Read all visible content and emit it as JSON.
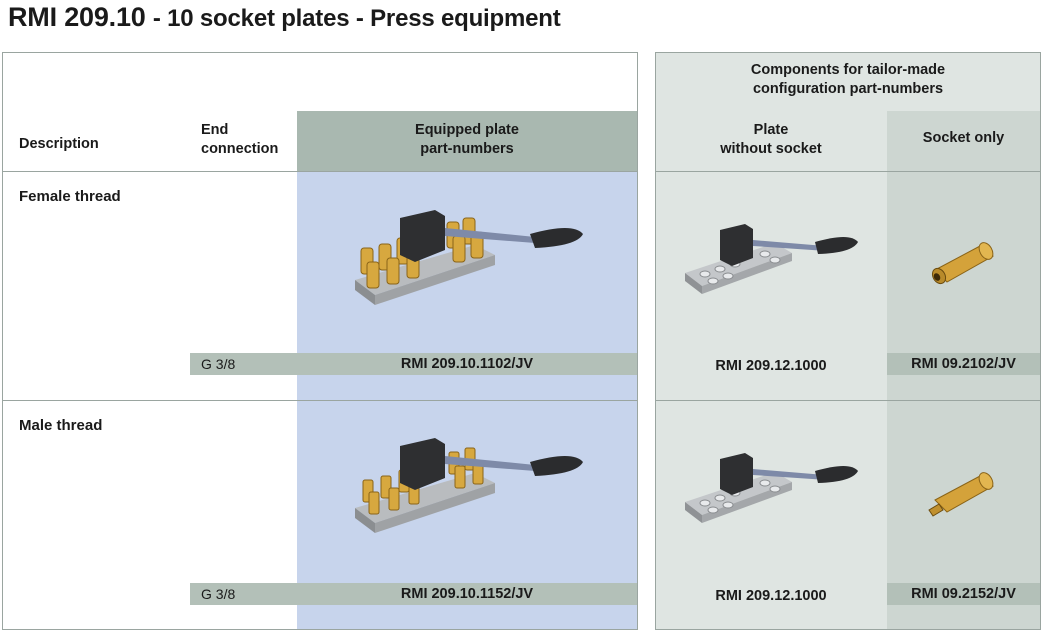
{
  "title": {
    "main": "RMI 209.10",
    "rest": "- 10 socket plates - Press equipment"
  },
  "headers": {
    "description": "Description",
    "end_connection_1": "End",
    "end_connection_2": "connection",
    "equipped_1": "Equipped plate",
    "equipped_2": "part-numbers",
    "components_1": "Components for tailor-made",
    "components_2": "configuration part-numbers",
    "plate_1": "Plate",
    "plate_2": "without socket",
    "socket_only": "Socket only"
  },
  "rows": [
    {
      "description": "Female thread",
      "end_connection": "G 3/8",
      "equipped_pn": "RMI 209.10.1102/JV",
      "plate_pn": "RMI 209.12.1000",
      "socket_pn": "RMI 09.2102/JV"
    },
    {
      "description": "Male thread",
      "end_connection": "G 3/8",
      "equipped_pn": "RMI 209.10.1152/JV",
      "plate_pn": "RMI 209.12.1000",
      "socket_pn": "RMI 09.2152/JV"
    }
  ]
}
